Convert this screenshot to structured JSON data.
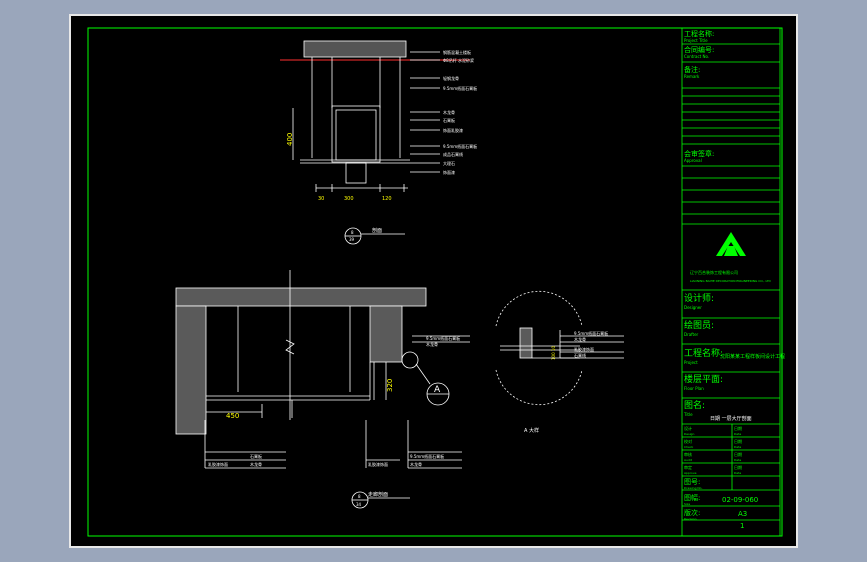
{
  "colors": {
    "background": "#9aa6bb",
    "sheet": "#000000",
    "frame": "#00ff00",
    "drawing": "#ffffff",
    "dimension": "#ffff00",
    "accent_red": "#ff3030",
    "hatch": "#777777"
  },
  "section_top": {
    "dim_height": "400",
    "dim_widths": [
      "30",
      "300",
      "120"
    ],
    "callout_num": "8",
    "callout_sheet": "39",
    "title": "剖面",
    "notes": [
      "钢筋混凝土楼板",
      "Φ8吊杆 水泥砂浆",
      "轻钢龙骨",
      "9.5mm纸面石膏板",
      "木龙骨",
      "石膏板",
      "饰面乳胶漆",
      "9.5mm纸面石膏板",
      "成品石膏线",
      "大理石",
      "饰面漆"
    ]
  },
  "section_bottom": {
    "dim_left": "450",
    "dim_right": "320",
    "callout_a": "A",
    "callout_num": "8",
    "callout_sheet": "34",
    "title": "走廊剖面",
    "notes_right_top": [
      "9.5mm纸面石膏板",
      "木龙骨"
    ],
    "notes_left_bottom": [
      "乳胶漆饰面",
      "石膏板",
      "木龙骨"
    ],
    "notes_mid_bottom": [
      "乳胶漆饰面",
      "9.5mm纸面石膏板",
      "木龙骨"
    ]
  },
  "detail": {
    "dim_vertical": "100 10",
    "title": "A 大样",
    "notes": [
      "9.5mm纸面石膏板",
      "木龙骨",
      "乳胶漆饰面",
      "石膏线"
    ]
  },
  "title_block": {
    "project_name_label": "工程名称:",
    "project_name_en": "Project Title",
    "client_label": "合同编号:",
    "client_en": "Contract No.",
    "remark_label": "备注:",
    "remark_en": "Remark",
    "approval_label": "会审签章:",
    "approval_en": "Approval",
    "company_cn": "辽宁百合装饰工程有限公司",
    "company_en": "LIAONING BAIHE DECORATION ENGINEERING CO., LTD",
    "designer_label": "设计师:",
    "designer_en": "Designer",
    "drafter_label": "绘图员:",
    "drafter_en": "Drafter",
    "project_label": "工程名称:",
    "project_en": "Project",
    "project_value": "沈阳某某工程样板间设计工程",
    "floor_label": "楼层平面:",
    "floor_en": "Floor Plan",
    "drawing_name_label": "图名:",
    "drawing_name_en": "Title",
    "drawing_name_value": "日期 一层大厅剖面",
    "rows": [
      {
        "label": "设计",
        "en": "Design",
        "value_label": "日期",
        "value_en": "Date"
      },
      {
        "label": "校对",
        "en": "Check",
        "value_label": "日期",
        "value_en": "Date"
      },
      {
        "label": "审核",
        "en": "Audit",
        "value_label": "日期",
        "value_en": "Date"
      },
      {
        "label": "审定",
        "en": "Approve",
        "value_label": "日期",
        "value_en": "Date"
      }
    ],
    "dwg_no_label": "图号:",
    "dwg_no_en": "Drawing No.",
    "dwg_no_value": "02-09-060",
    "size_label": "图幅:",
    "size_en": "Size",
    "size_value": "A3",
    "ver_label": "版次:",
    "ver_en": "Revision",
    "ver_value": "1"
  }
}
